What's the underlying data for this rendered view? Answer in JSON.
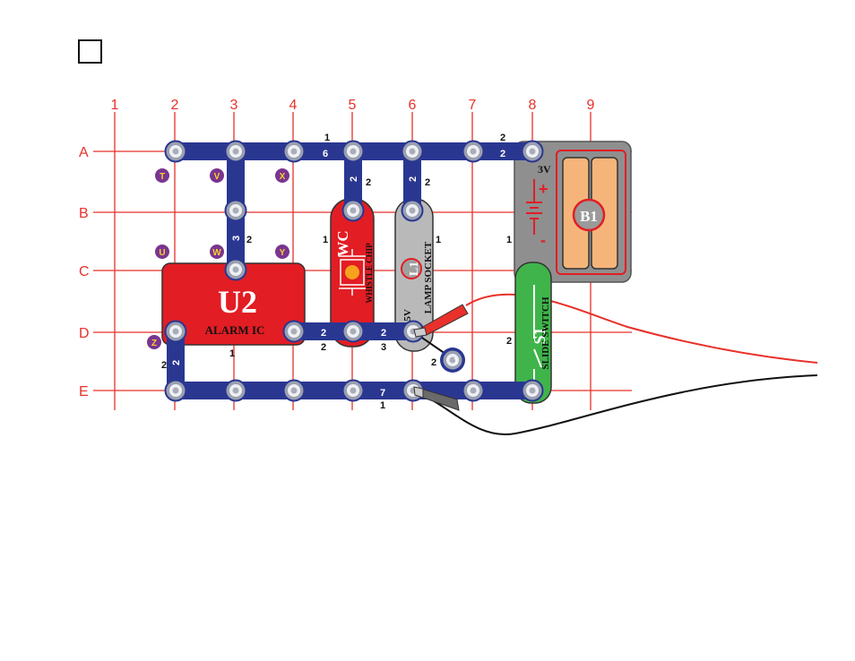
{
  "grid": {
    "columns": [
      "1",
      "2",
      "3",
      "4",
      "5",
      "6",
      "7",
      "8",
      "9"
    ],
    "rows": [
      "A",
      "B",
      "C",
      "D",
      "E"
    ]
  },
  "colors": {
    "grid_line": "#e8312a",
    "snap_wire": "#2a3791",
    "alarm_ic": "#e21d24",
    "whistle_chip": "#e21d24",
    "lamp_socket": "#b9b9b9",
    "slide_switch": "#3fb44a",
    "battery_holder": "#8f8f8f",
    "battery_cell": "#f5b57a",
    "red_lead": "#e8312a",
    "black_lead": "#111111",
    "point_marker": "#7a3590",
    "point_letter": "#f3d22a"
  },
  "components": {
    "u2": {
      "label": "U2",
      "name": "ALARM IC"
    },
    "wc": {
      "label": "WC",
      "name": "WHISTLE CHIP"
    },
    "l1": {
      "label": "L1",
      "name": "LAMP SOCKET",
      "rating": "2.5V"
    },
    "s1": {
      "label": "S1",
      "name": "SLIDE SWITCH"
    },
    "b1": {
      "label": "B1",
      "voltage": "3V",
      "plus": "+",
      "minus": "-"
    }
  },
  "wire_labels": {
    "a_top_1": "1",
    "a_six": "6",
    "a_top_2": "2",
    "a_two": "2",
    "wc_wire_num": "2",
    "wc_wire_side": "2",
    "l1_wire_num": "2",
    "l1_wire_side": "2",
    "u2_vert_num": "3",
    "u2_vert_side": "2",
    "wc_side": "1",
    "l1_side": "1",
    "b1_side": "1",
    "d_two_a": "2",
    "d_two_b": "2",
    "d_below_2": "2",
    "d_below_3": "3",
    "s1_side": "2",
    "u2_bottom_1": "1",
    "z_wire_num": "2",
    "z_wire_side": "2",
    "single_side": "2",
    "single_num": "1",
    "e_seven": "7",
    "e_below_1": "1"
  },
  "points": {
    "t": "T",
    "v": "V",
    "x": "X",
    "u": "U",
    "w": "W",
    "y": "Y",
    "z": "Z"
  }
}
